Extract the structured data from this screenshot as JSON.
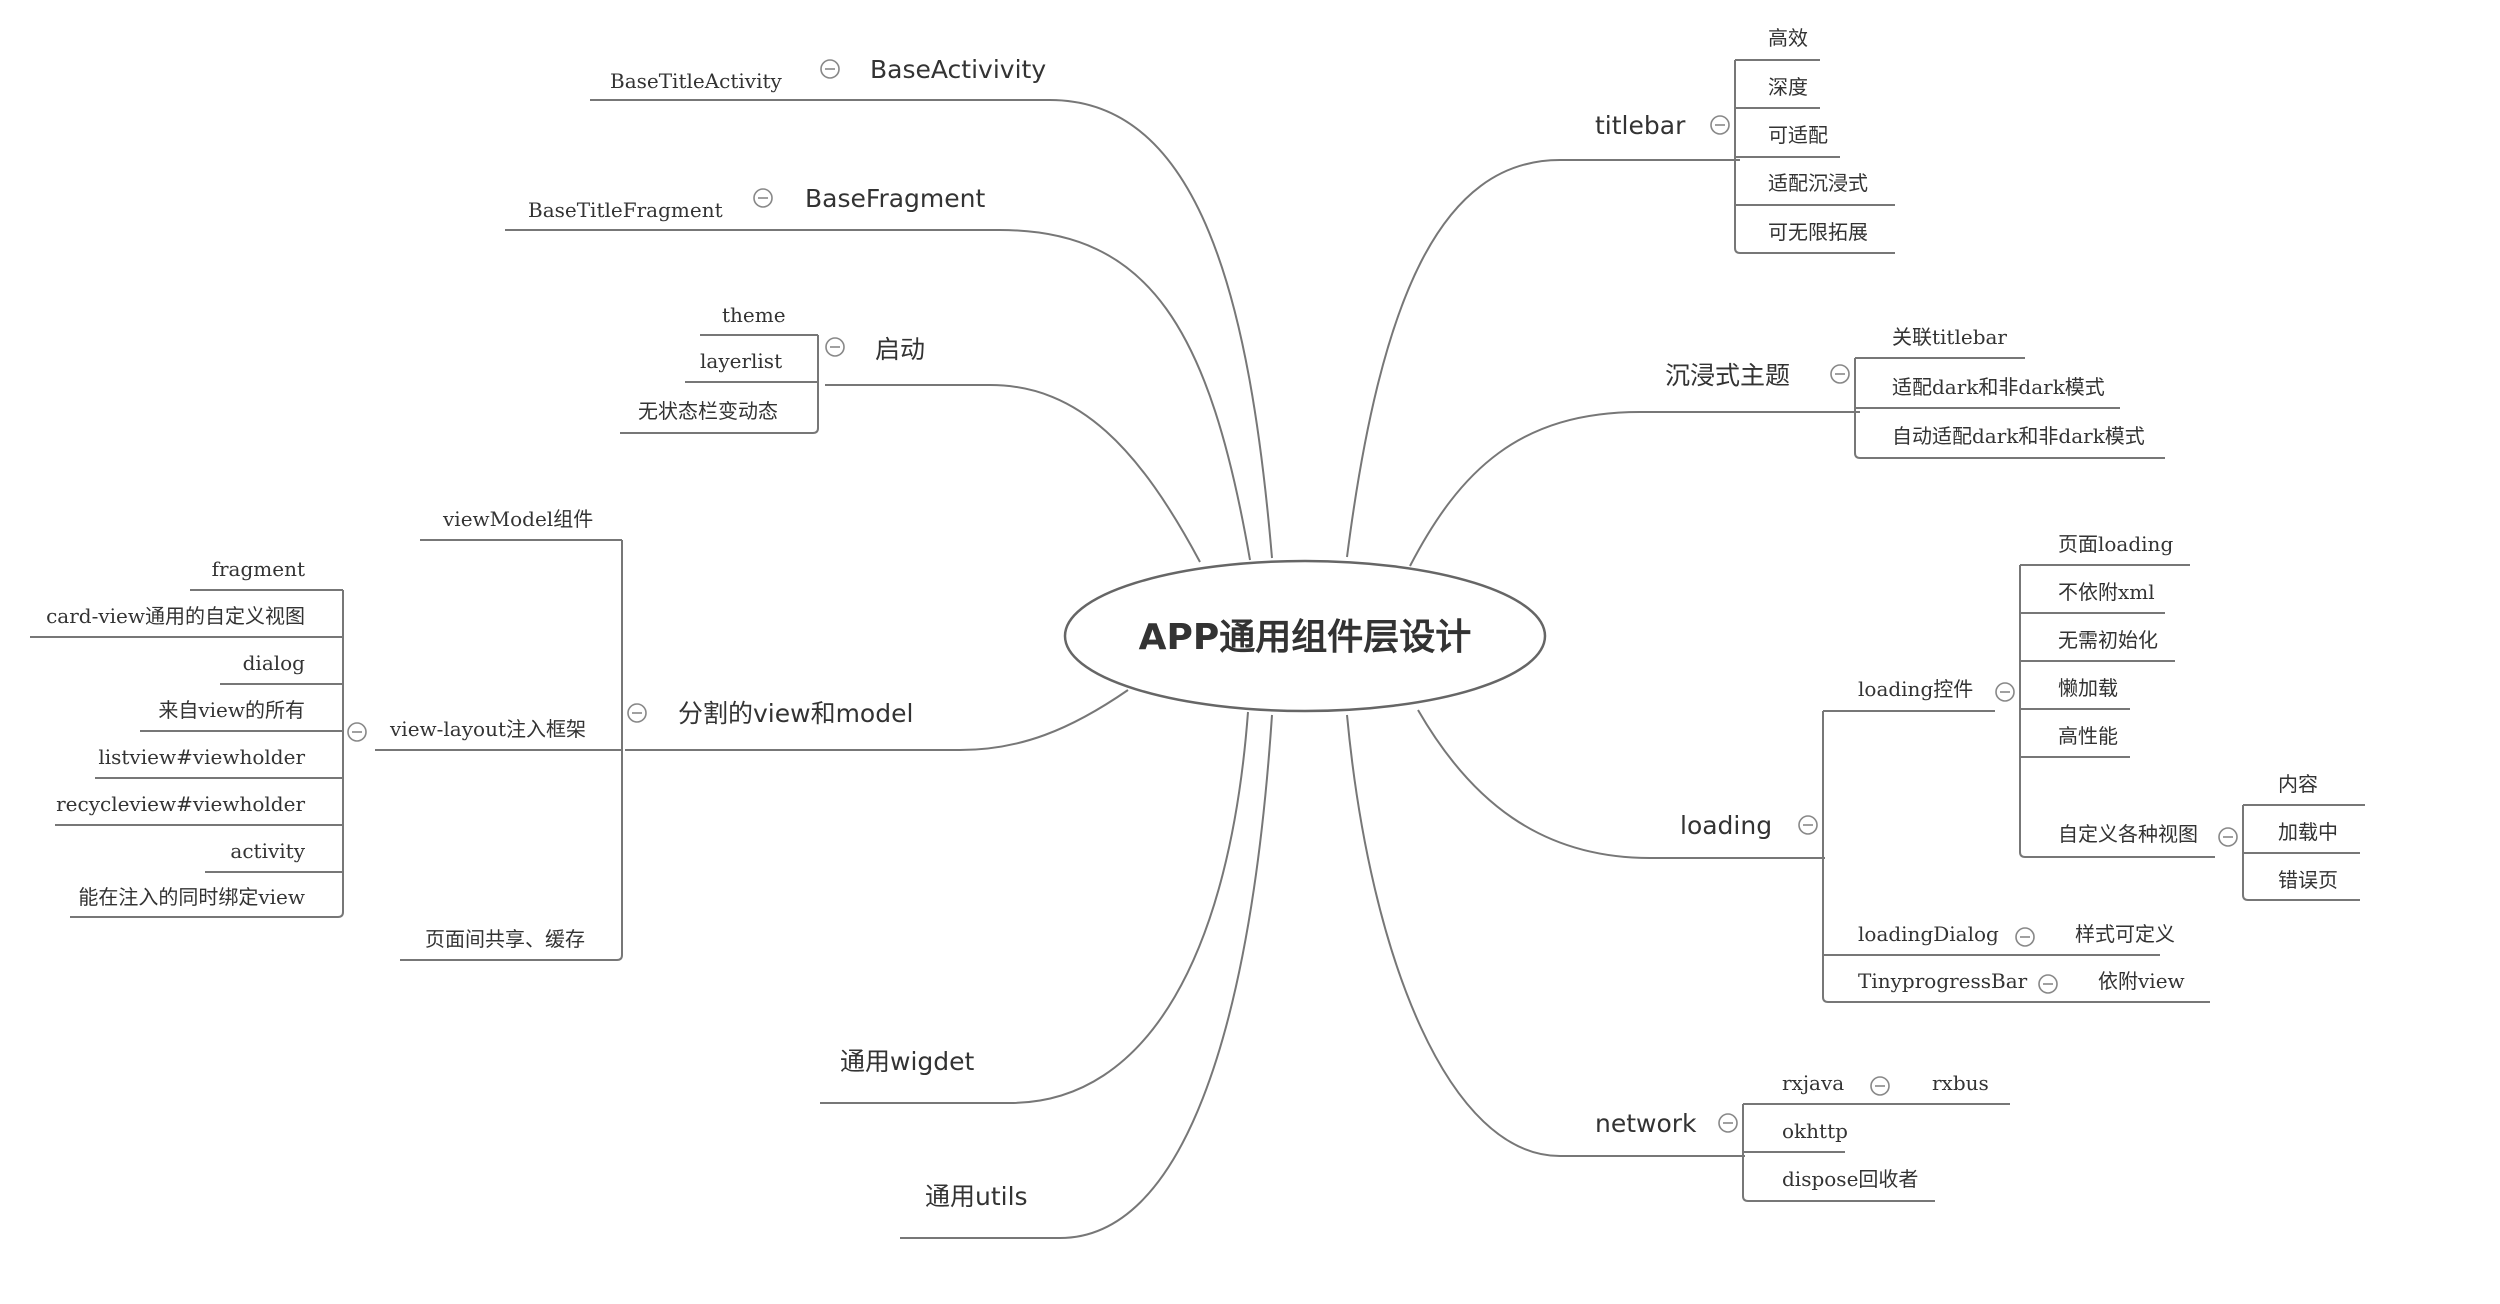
{
  "root": "APP通用组件层设计",
  "base_activity": {
    "label": "BaseActivivity",
    "children": [
      "BaseTitleActivity"
    ]
  },
  "base_fragment": {
    "label": "BaseFragment",
    "children": [
      "BaseTitleFragment"
    ]
  },
  "startup": {
    "label": "启动",
    "children": [
      "theme",
      "layerlist",
      "无状态栏变动态"
    ]
  },
  "split": {
    "label": "分割的view和model",
    "viewmodel": "viewModel组件",
    "layout": {
      "label": "view-layout注入框架",
      "children": [
        "fragment",
        "card-view通用的自定义视图",
        "dialog",
        "来自view的所有",
        "listview#viewholder",
        "recycleview#viewholder",
        "activity",
        "能在注入的同时绑定view"
      ]
    },
    "cache": "页面间共享、缓存"
  },
  "widget": {
    "label": "通用wigdet"
  },
  "utils": {
    "label": "通用utils"
  },
  "titlebar": {
    "label": "titlebar",
    "children": [
      "高效",
      "深度",
      "可适配",
      "适配沉浸式",
      "可无限拓展"
    ]
  },
  "immersive": {
    "label": "沉浸式主题",
    "children": [
      "关联titlebar",
      "适配dark和非dark模式",
      "自动适配dark和非dark模式"
    ]
  },
  "loading": {
    "label": "loading",
    "control": {
      "label": "loading控件",
      "children": [
        "页面loading",
        "不依附xml",
        "无需初始化",
        "懒加载",
        "高性能"
      ],
      "custom": {
        "label": "自定义各种视图",
        "children": [
          "内容",
          "加载中",
          "错误页"
        ]
      }
    },
    "dialog": {
      "label": "loadingDialog",
      "child": "样式可定义"
    },
    "progress": {
      "label": "TinyprogressBar",
      "child": "依附view"
    }
  },
  "network": {
    "label": "network",
    "rxjava": {
      "label": "rxjava",
      "child": "rxbus"
    },
    "okhttp": "okhttp",
    "dispose": "dispose回收者"
  }
}
